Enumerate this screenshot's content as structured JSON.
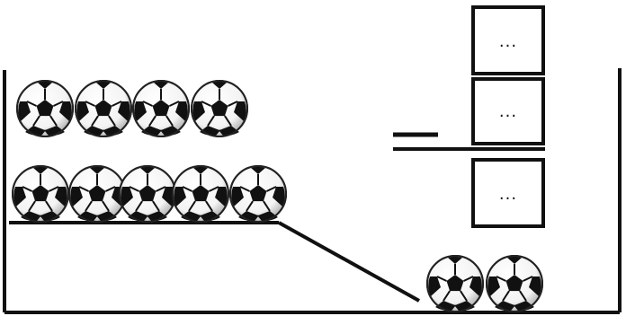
{
  "colors": {
    "line": "#111111",
    "ball_white": "#ffffff",
    "ball_black": "#111111",
    "ball_shadow": "#d9d9d9"
  },
  "subtraction": {
    "minuend": "...",
    "subtrahend": "...",
    "difference": "...",
    "operator_icon": "minus-sign"
  },
  "balls": {
    "top_row_count": 4,
    "middle_row_count": 5,
    "bottom_row_count": 2,
    "icon": "soccer-ball-icon"
  }
}
